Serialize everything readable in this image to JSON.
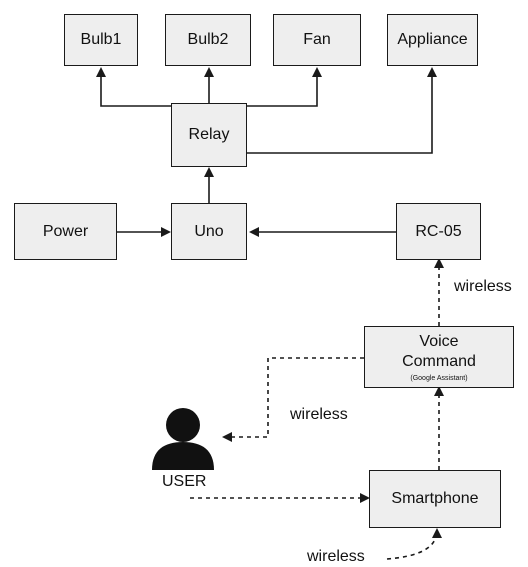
{
  "nodes": {
    "bulb1": "Bulb1",
    "bulb2": "Bulb2",
    "fan": "Fan",
    "appliance": "Appliance",
    "relay": "Relay",
    "power": "Power",
    "uno": "Uno",
    "rc05": "RC-05",
    "voice_line1": "Voice",
    "voice_line2": "Command",
    "voice_sub": "(Google Assistant)",
    "smartphone": "Smartphone"
  },
  "labels": {
    "wireless_rc": "wireless",
    "wireless_user": "wireless",
    "wireless_bottom": "wireless",
    "user": "USER"
  },
  "icons": {
    "user": "user-silhouette-icon"
  },
  "colors": {
    "box_fill": "#eeeeee",
    "line": "#1a1a1a"
  }
}
